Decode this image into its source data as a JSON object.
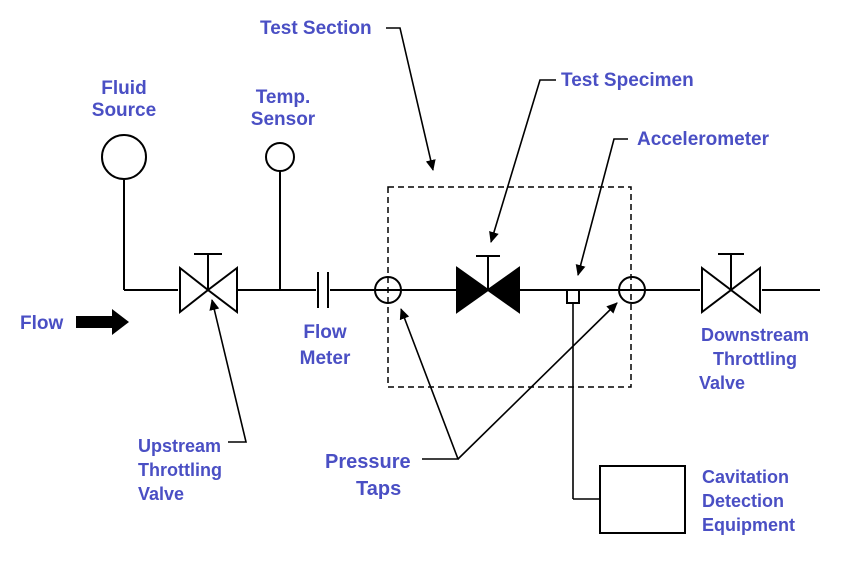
{
  "colors": {
    "label": "#4a4fc4",
    "line": "#000000"
  },
  "labels": {
    "test_section": "Test Section",
    "test_specimen": "Test Specimen",
    "fluid_source": [
      "Fluid",
      "Source"
    ],
    "temp_sensor": [
      "Temp.",
      "Sensor"
    ],
    "accelerometer": "Accelerometer",
    "flow": "Flow",
    "flow_meter": [
      "Flow",
      "Meter"
    ],
    "downstream_valve": [
      "Downstream",
      "Throttling",
      "Valve"
    ],
    "upstream_valve": [
      "Upstream",
      "Throttling",
      "Valve"
    ],
    "pressure_taps": [
      "Pressure",
      "Taps"
    ],
    "cavitation": [
      "Cavitation",
      "Detection",
      "Equipment"
    ]
  }
}
